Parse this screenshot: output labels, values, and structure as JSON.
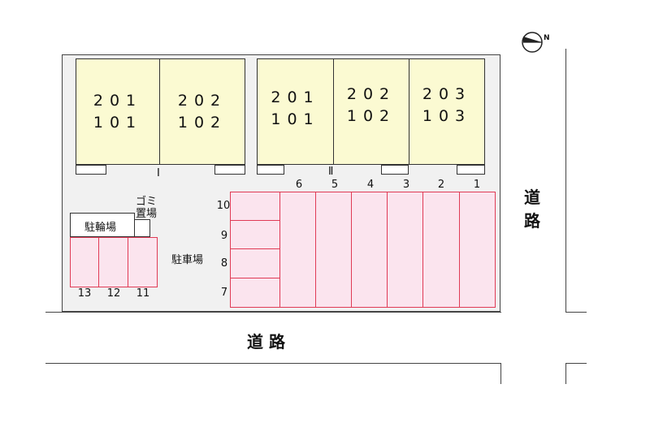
{
  "compass": {
    "label": "N",
    "icon": "north-arrow-icon"
  },
  "building_1": {
    "label": "Ⅰ",
    "units": [
      {
        "upper": "201",
        "lower": "101"
      },
      {
        "upper": "202",
        "lower": "102"
      }
    ]
  },
  "building_2": {
    "label": "Ⅱ",
    "units": [
      {
        "upper": "201",
        "lower": "101"
      },
      {
        "upper": "202",
        "lower": "102"
      },
      {
        "upper": "203",
        "lower": "103"
      }
    ]
  },
  "garbage": {
    "line1": "ゴミ",
    "line2": "置場"
  },
  "bicycle_parking": {
    "label": "駐輪場",
    "spaces": [
      "13",
      "12",
      "11"
    ]
  },
  "car_parking": {
    "label": "駐車場",
    "top_spaces": [
      "6",
      "5",
      "4",
      "3",
      "2",
      "1"
    ],
    "side_spaces": [
      "10",
      "9",
      "8",
      "7"
    ]
  },
  "roads": {
    "bottom": "道 路",
    "right_line1": "道",
    "right_line2": "路"
  }
}
